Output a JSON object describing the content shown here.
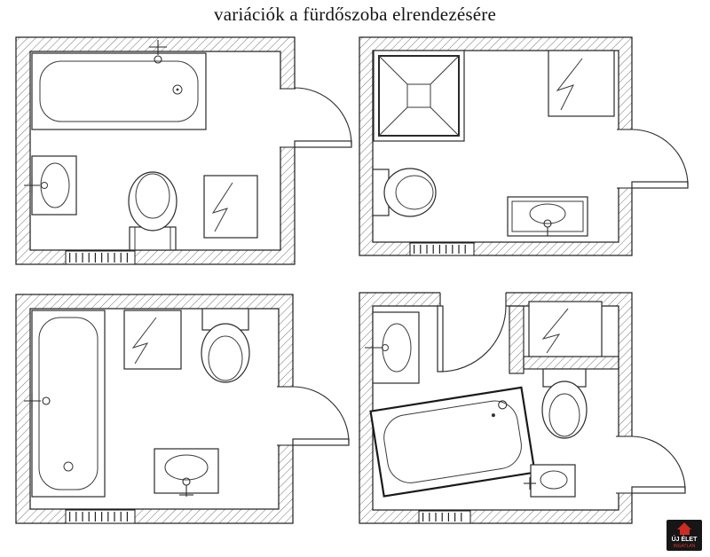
{
  "title": "variációk a fürdőszoba elrendezésére",
  "logo": {
    "name": "ÚJ ÉLET",
    "tagline": "INGATLAN"
  },
  "colors": {
    "line": "#2a2a2a",
    "hatch": "#777777",
    "background": "#ffffff",
    "logo_bg": "#161616",
    "logo_red": "#cf2b20"
  },
  "plans": [
    {
      "id": "plan-top-left",
      "fixtures": [
        "bathtub",
        "washbasin",
        "toilet",
        "mirror",
        "door-swing",
        "radiator"
      ]
    },
    {
      "id": "plan-top-right",
      "fixtures": [
        "shower-cabin",
        "mirror",
        "toilet",
        "vanity-washbasin",
        "door-swing",
        "radiator"
      ]
    },
    {
      "id": "plan-bottom-left",
      "fixtures": [
        "bathtub",
        "mirror",
        "toilet",
        "washbasin",
        "door-swing",
        "radiator"
      ]
    },
    {
      "id": "plan-bottom-right",
      "fixtures": [
        "washbasin",
        "mirror",
        "corner-bathtub",
        "toilet",
        "small-washbasin",
        "interior-door-swing",
        "door-swing",
        "radiator"
      ]
    }
  ]
}
